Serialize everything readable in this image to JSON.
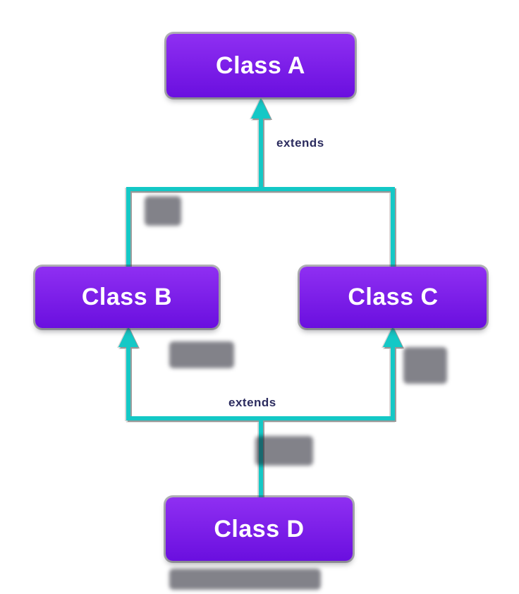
{
  "page": {
    "background": "#ffffff",
    "description": "Class inheritance flowchart with four class nodes connected by teal arrows"
  },
  "colors": {
    "node_gradient_top": "#8f2ff2",
    "node_gradient_bottom": "#6a0fdf",
    "node_text": "#ffffff",
    "connector": "#14c8c6",
    "connector_shadow": "#8c8c8c",
    "edge_label": "#2b2b5e",
    "page_bg": "#ffffff"
  },
  "diagram": {
    "type": "flowchart",
    "nodes": [
      {
        "id": "A",
        "label": "Class A"
      },
      {
        "id": "B",
        "label": "Class B"
      },
      {
        "id": "C",
        "label": "Class C"
      },
      {
        "id": "D",
        "label": "Class D"
      }
    ],
    "edges": [
      {
        "from": "Class B",
        "to": "Class A",
        "label": "extends"
      },
      {
        "from": "Class C",
        "to": "Class A",
        "label": "extends"
      },
      {
        "from": "Class D",
        "to": "Class B",
        "label": "extends"
      },
      {
        "from": "Class D",
        "to": "Class C",
        "label": "extends"
      }
    ],
    "visible_edge_labels": [
      {
        "text": "extends",
        "position": "between B/C junction and Class A"
      },
      {
        "text": "extends",
        "position": "between Class D and B/C junction"
      }
    ]
  }
}
